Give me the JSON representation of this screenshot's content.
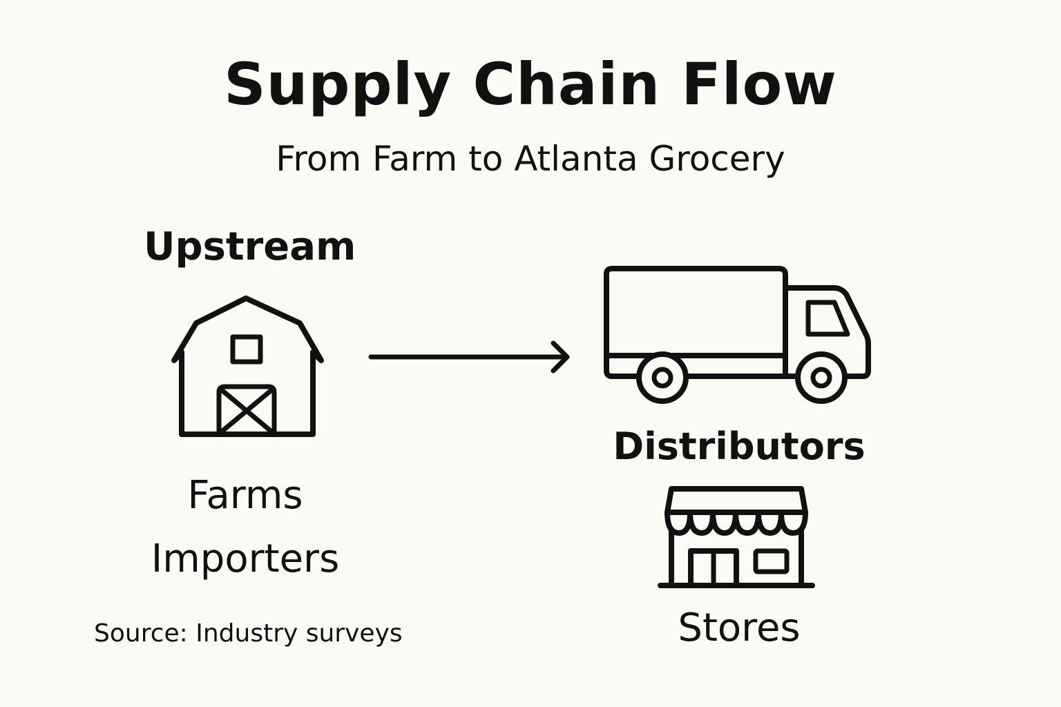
{
  "title": "Supply Chain Flow",
  "subtitle": "From Farm to Atlanta Grocery",
  "upstream": {
    "heading": "Upstream",
    "icon": "barn-icon",
    "items": [
      "Farms",
      "Importers"
    ]
  },
  "flow_arrow": {
    "icon": "right-arrow-icon"
  },
  "distributors": {
    "label": "Distributors",
    "icon": "truck-icon"
  },
  "stores": {
    "label": "Stores",
    "icon": "storefront-icon"
  },
  "source": "Source: Industry surveys",
  "colors": {
    "background": "#fbfbf6",
    "ink": "#111111"
  }
}
